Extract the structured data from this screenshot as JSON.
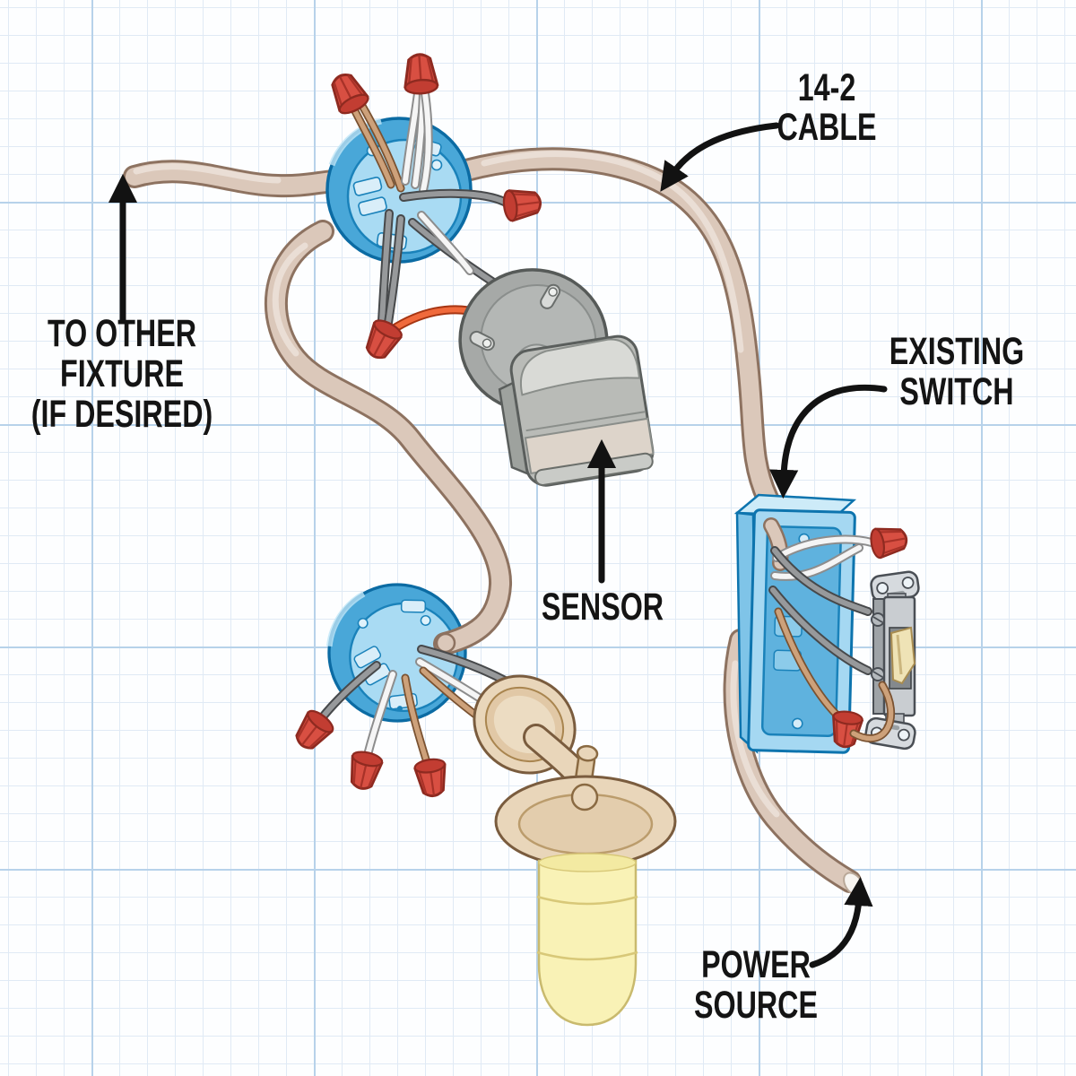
{
  "diagram": {
    "kind": "electrical-wiring-illustration",
    "background": "blue graph paper grid"
  },
  "labels": {
    "cable": {
      "line1": "14-2",
      "line2": "CABLE"
    },
    "to_other_fixture": {
      "line1": "TO OTHER",
      "line2": "FIXTURE",
      "line3": "(IF DESIRED)"
    },
    "existing_switch": {
      "line1": "EXISTING",
      "line2": "SWITCH"
    },
    "sensor": {
      "line1": "SENSOR"
    },
    "power_source": {
      "line1": "POWER",
      "line2": "SOURCE"
    }
  },
  "annotations": [
    {
      "label": "14-2 CABLE",
      "arrow_points_to": "cable-14-2"
    },
    {
      "label": "TO OTHER FIXTURE (IF DESIRED)",
      "arrow_points_to": "cable-to-other-fixture"
    },
    {
      "label": "EXISTING SWITCH",
      "arrow_points_to": "switch-box"
    },
    {
      "label": "SENSOR",
      "arrow_points_to": "motion-sensor-head"
    },
    {
      "label": "POWER SOURCE",
      "arrow_points_to": "cable-power-source"
    }
  ],
  "components": [
    "junction-box-top",
    "junction-box-bottom",
    "motion-sensor-cover-plate",
    "motion-sensor-head",
    "light-fixture",
    "light-bulb",
    "switch-box",
    "toggle-switch",
    "wire-nuts",
    "nm-14-2-cables",
    "white-wires",
    "gray-wires",
    "copper-wires",
    "hot-orange-wire"
  ],
  "palette": {
    "background": "#fdfeff",
    "grid_minor": "#e0eaf5",
    "grid_major": "#b7d2ea",
    "label_text": "#141414",
    "arrow_black": "#121212",
    "cable_sheath": "#dbc8ba",
    "cable_outline": "#8d7260",
    "junction_box_blue": "#49a7d8",
    "junction_box_face": "#a9dbf3",
    "switch_box_blue": "#a5d8f2",
    "switch_box_interior": "#5fb2de",
    "wire_nut_red": "#d84f42",
    "white_wire": "#f5f5f5",
    "gray_wire": "#97999b",
    "copper_wire": "#cda17a",
    "hot_wire_orange": "#f06a3c",
    "sensor_gray": "#b9bbb7",
    "sensor_plate_gray": "#a6a9a7",
    "switch_metal": "#c9cdd1",
    "toggle_cream": "#efe3b6",
    "lamp_tan": "#e9d6ba",
    "bulb_yellow": "#f9f2b6"
  }
}
